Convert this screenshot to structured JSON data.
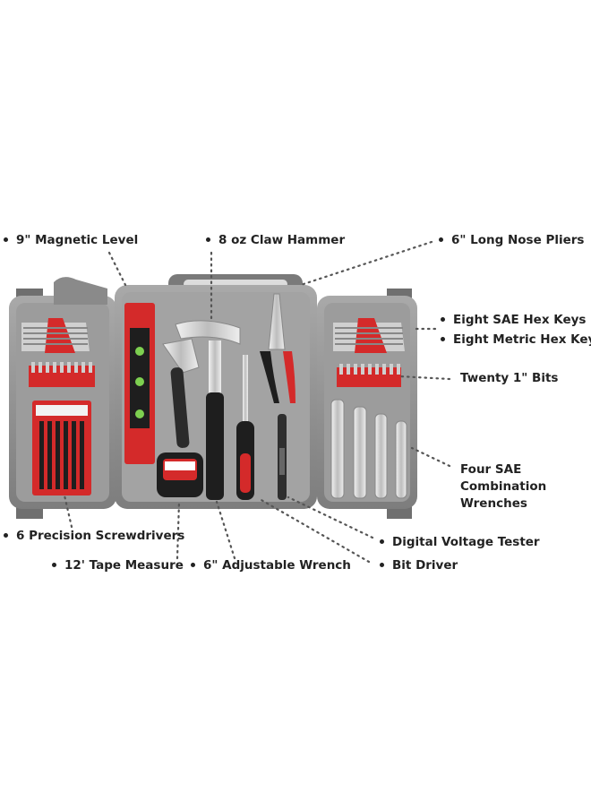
{
  "labels": {
    "magnetic_level": "9\" Magnetic Level",
    "claw_hammer": "8 oz Claw Hammer",
    "long_nose_pliers": "6\" Long Nose Pliers",
    "sae_hex_keys": "Eight SAE Hex Keys",
    "metric_hex_keys": "Eight Metric Hex Keys",
    "bits": "Twenty 1\" Bits",
    "wrenches_line1": "Four SAE",
    "wrenches_line2": "Combination",
    "wrenches_line3": "Wrenches",
    "precision_screwdrivers": "6 Precision Screwdrivers",
    "digital_voltage_tester": "Digital Voltage Tester",
    "tape_measure": "12' Tape Measure",
    "adjustable_wrench": "6\" Adjustable Wrench",
    "bit_driver": "Bit Driver"
  },
  "colors": {
    "case_gray": "#8c8c8c",
    "case_light": "#b5b5b5",
    "accent_red": "#d42a2a",
    "chrome": "#d9d9d9",
    "handle_black": "#1e1e1e"
  }
}
